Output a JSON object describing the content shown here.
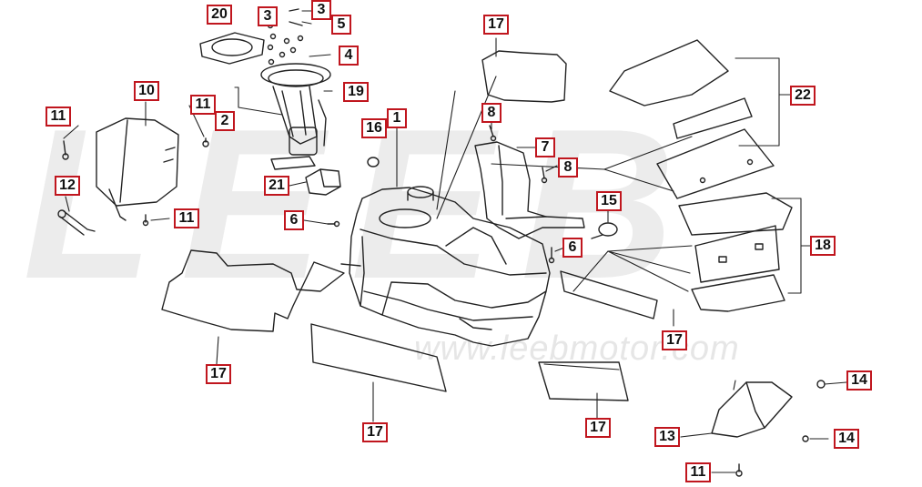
{
  "watermark": {
    "logo_text": "LEEB",
    "website": "www.leebmotor.com"
  },
  "callouts": [
    {
      "id": "c20",
      "number": "20"
    },
    {
      "id": "c3a",
      "number": "3"
    },
    {
      "id": "c3b",
      "number": "3"
    },
    {
      "id": "c5",
      "number": "5"
    },
    {
      "id": "c4",
      "number": "4"
    },
    {
      "id": "c19",
      "number": "19"
    },
    {
      "id": "c2",
      "number": "2"
    },
    {
      "id": "c10",
      "number": "10"
    },
    {
      "id": "c11a",
      "number": "11"
    },
    {
      "id": "c11b",
      "number": "11"
    },
    {
      "id": "c11c",
      "number": "11"
    },
    {
      "id": "c11d",
      "number": "11"
    },
    {
      "id": "c12",
      "number": "12"
    },
    {
      "id": "c16",
      "number": "16"
    },
    {
      "id": "c1",
      "number": "1"
    },
    {
      "id": "c21",
      "number": "21"
    },
    {
      "id": "c6a",
      "number": "6"
    },
    {
      "id": "c6b",
      "number": "6"
    },
    {
      "id": "c17a",
      "number": "17"
    },
    {
      "id": "c17b",
      "number": "17"
    },
    {
      "id": "c17c",
      "number": "17"
    },
    {
      "id": "c17d",
      "number": "17"
    },
    {
      "id": "c17e",
      "number": "17"
    },
    {
      "id": "c8a",
      "number": "8"
    },
    {
      "id": "c8b",
      "number": "8"
    },
    {
      "id": "c7",
      "number": "7"
    },
    {
      "id": "c15",
      "number": "15"
    },
    {
      "id": "c22",
      "number": "22"
    },
    {
      "id": "c18",
      "number": "18"
    },
    {
      "id": "c13",
      "number": "13"
    },
    {
      "id": "c14a",
      "number": "14"
    },
    {
      "id": "c14b",
      "number": "14"
    }
  ]
}
